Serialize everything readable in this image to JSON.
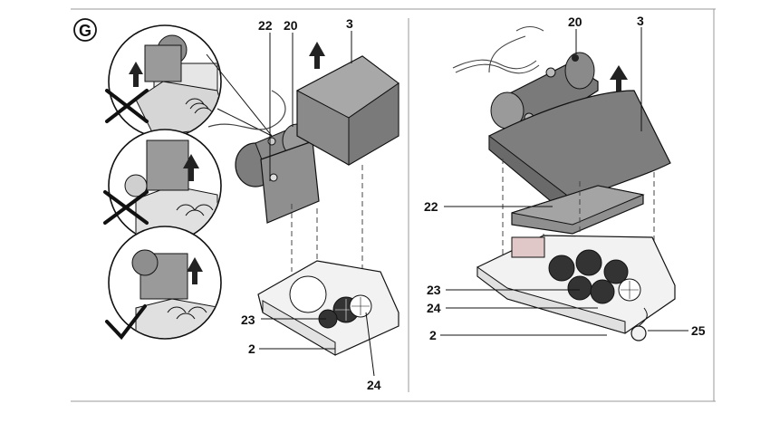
{
  "figure": {
    "badge": "G",
    "colors": {
      "part_dark": "#7a7a7a",
      "part_mid": "#9c9c9c",
      "part_light": "#bdbdbd",
      "outline": "#1a1a1a",
      "frame": "#999999"
    },
    "left_panel": {
      "labels": {
        "p22": "22",
        "p20": "20",
        "p3": "3",
        "p23": "23",
        "p2": "2",
        "p24": "24"
      }
    },
    "right_panel": {
      "labels": {
        "p20": "20",
        "p3": "3",
        "p22": "22",
        "p23": "23",
        "p24": "24",
        "p2": "2",
        "p25": "25"
      }
    },
    "steps": [
      {
        "state": "wrong",
        "icon": "cross-icon"
      },
      {
        "state": "wrong",
        "icon": "cross-icon"
      },
      {
        "state": "correct",
        "icon": "check-icon"
      }
    ]
  }
}
